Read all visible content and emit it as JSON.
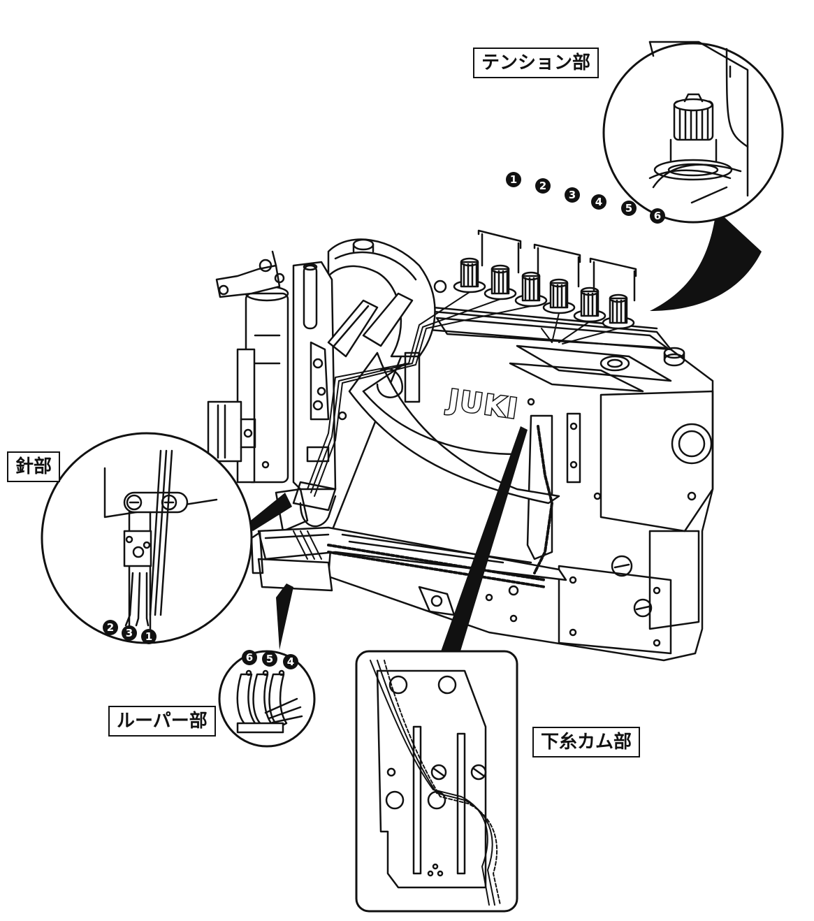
{
  "labels": {
    "tension": "テンション部",
    "needle": "針部",
    "looper": "ルーパー部",
    "lower_cam": "下糸カム部"
  },
  "brand": "JUKI",
  "tension_numbers": [
    "1",
    "2",
    "3",
    "4",
    "5",
    "6"
  ],
  "needle_numbers": [
    "2",
    "3",
    "1"
  ],
  "looper_numbers": [
    "6",
    "5",
    "4"
  ],
  "colors": {
    "line": "#111111",
    "paper": "#ffffff"
  }
}
